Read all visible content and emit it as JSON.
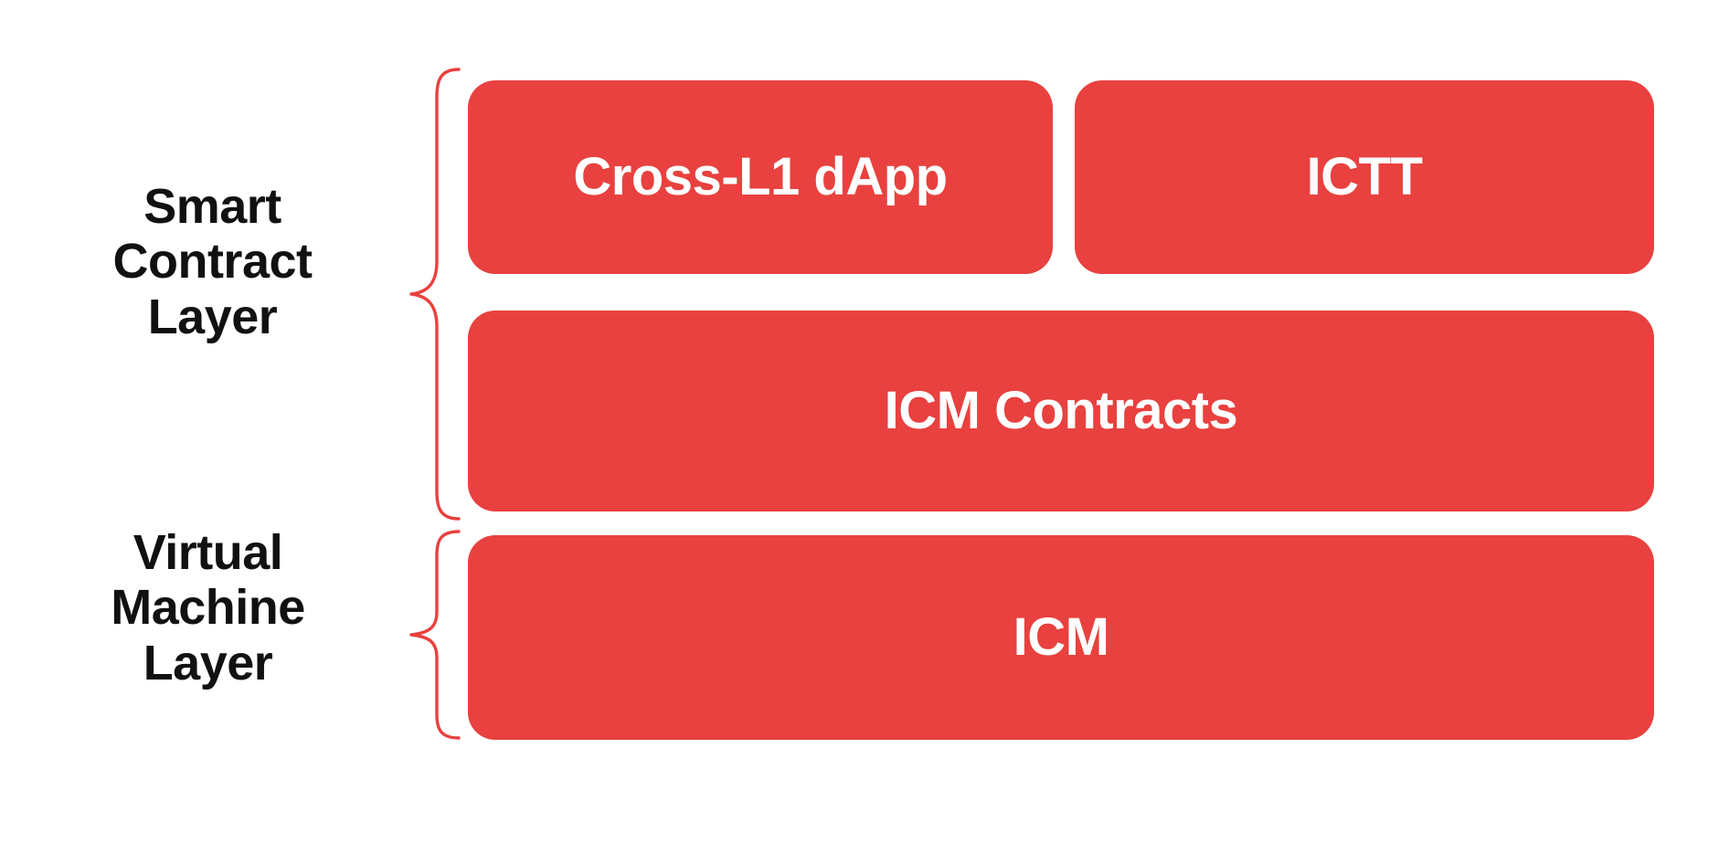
{
  "diagram": {
    "title": "Smart Contract Layer and Virtual Machine Layer stack",
    "background_color": "#FFFFFF",
    "accent_color": "#E8413F",
    "box_text_color": "#FFFFFF",
    "label_text_color": "#111111",
    "layers": [
      {
        "id": "smart-contract-layer",
        "label": "Smart\nContract\nLayer",
        "brace_color": "#E8413F",
        "boxes": [
          {
            "id": "cross-l1-dapp",
            "label": "Cross-L1 dApp"
          },
          {
            "id": "ictt",
            "label": "ICTT"
          },
          {
            "id": "icm-contracts",
            "label": "ICM Contracts"
          }
        ]
      },
      {
        "id": "virtual-machine-layer",
        "label": "Virtual\nMachine\nLayer",
        "brace_color": "#E8413F",
        "boxes": [
          {
            "id": "icm",
            "label": "ICM"
          }
        ]
      }
    ]
  }
}
